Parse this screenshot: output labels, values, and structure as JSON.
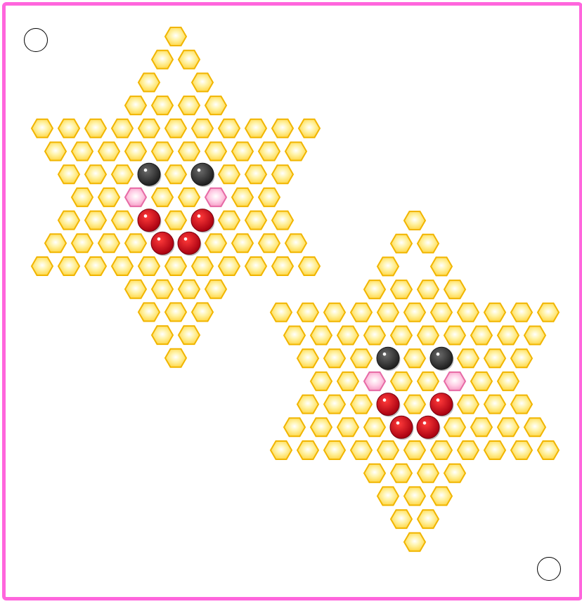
{
  "colors": {
    "frame": "#ff66dd",
    "bead_yellow_fill": "#fff3a8",
    "bead_yellow_edge": "#f1b500",
    "bead_pink_fill": "#ffd3e8",
    "bead_pink_edge": "#e76aa5",
    "bead_black": "#3b3b3b",
    "bead_red": "#d9001b"
  },
  "icons": [
    "hexagon-bead-icon",
    "round-black-bead-icon",
    "round-red-bead-icon",
    "peg-hole-icon"
  ],
  "patterns": [
    {
      "name": "star-face-top-left",
      "rows": [
        {
          "cols": 1,
          "special": {}
        },
        {
          "cols": 2,
          "special": {}
        },
        {
          "cols": 2,
          "gap": true,
          "special": {}
        },
        {
          "cols": 4,
          "special": {}
        },
        {
          "cols": 11,
          "special": {}
        },
        {
          "cols": 10,
          "special": {}
        },
        {
          "cols": 9,
          "special": {
            "3": "black",
            "5": "black"
          }
        },
        {
          "cols": 8,
          "special": {
            "2": "pink",
            "5": "pink"
          }
        },
        {
          "cols": 9,
          "special": {
            "3": "red",
            "5": "red"
          }
        },
        {
          "cols": 10,
          "special": {
            "4": "red",
            "5": "red"
          }
        },
        {
          "cols": 11,
          "special": {}
        },
        {
          "cols": 4,
          "special": {}
        },
        {
          "cols": 3,
          "special": {}
        },
        {
          "cols": 2,
          "special": {}
        },
        {
          "cols": 1,
          "special": {}
        }
      ]
    },
    {
      "name": "star-face-bottom-right",
      "rows": [
        {
          "cols": 1,
          "special": {}
        },
        {
          "cols": 2,
          "special": {}
        },
        {
          "cols": 2,
          "gap": true,
          "special": {}
        },
        {
          "cols": 4,
          "special": {}
        },
        {
          "cols": 11,
          "special": {}
        },
        {
          "cols": 10,
          "special": {}
        },
        {
          "cols": 9,
          "special": {
            "3": "black",
            "5": "black"
          }
        },
        {
          "cols": 8,
          "special": {
            "2": "pink",
            "5": "pink"
          }
        },
        {
          "cols": 9,
          "special": {
            "3": "red",
            "5": "red"
          }
        },
        {
          "cols": 10,
          "special": {
            "4": "red",
            "5": "red"
          }
        },
        {
          "cols": 11,
          "special": {}
        },
        {
          "cols": 4,
          "special": {}
        },
        {
          "cols": 3,
          "special": {}
        },
        {
          "cols": 2,
          "special": {}
        },
        {
          "cols": 1,
          "special": {}
        }
      ]
    }
  ]
}
